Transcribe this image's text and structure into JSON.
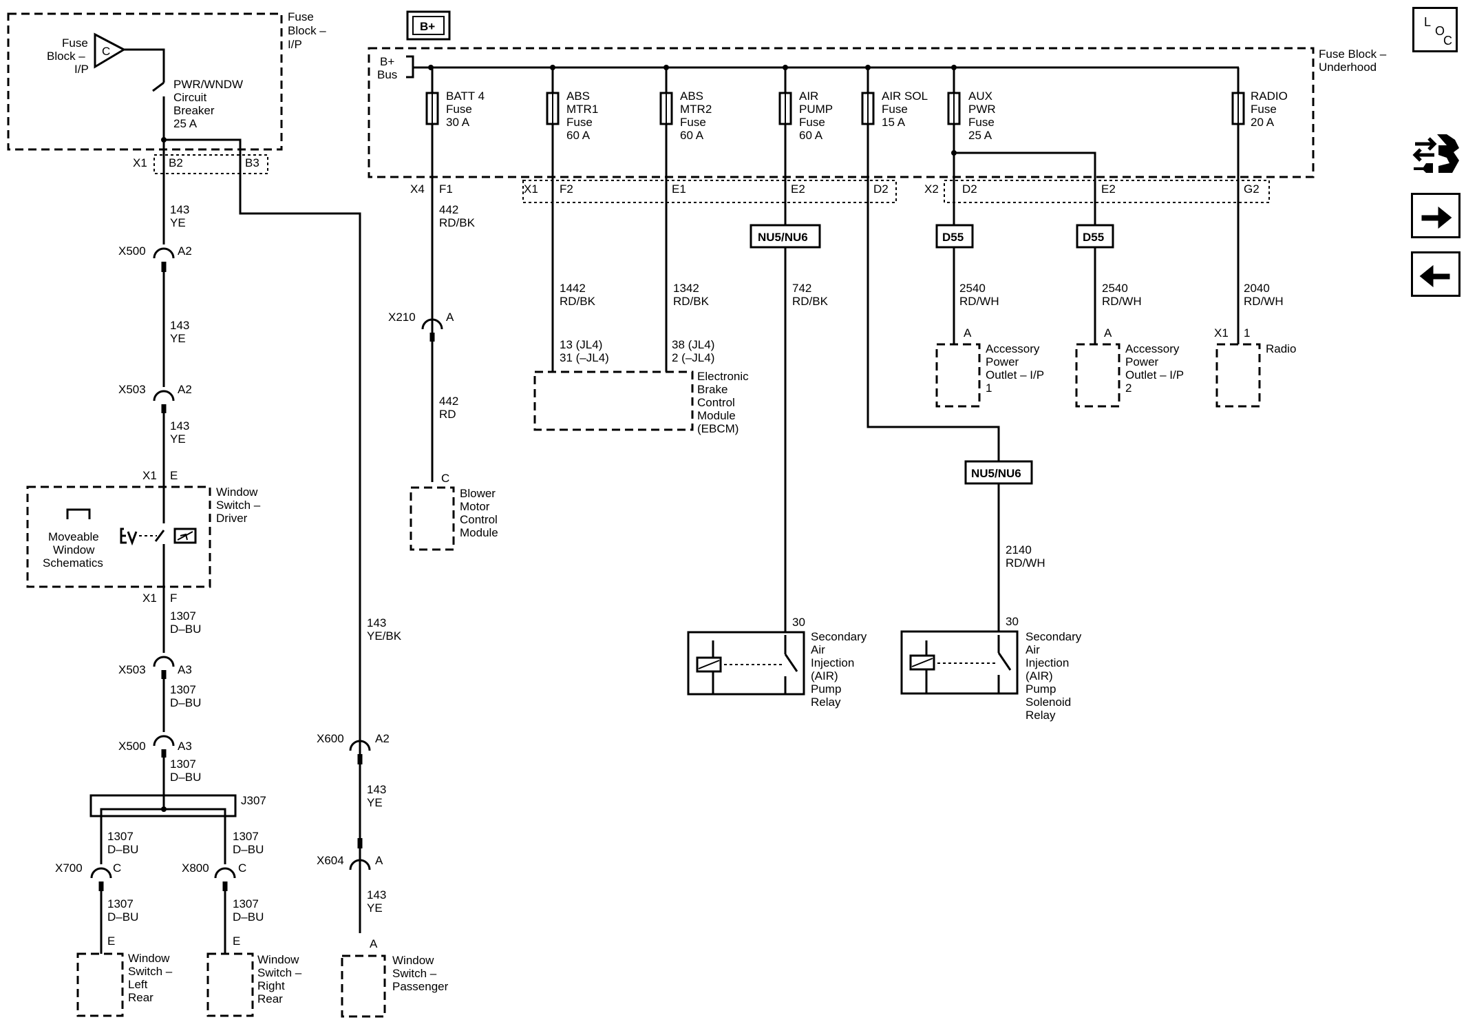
{
  "header": {
    "bplus": "B+"
  },
  "nav": {
    "loc_l": "L",
    "loc_o": "O",
    "loc_c": "C"
  },
  "fuse_block_ip": {
    "title1": "Fuse",
    "title2": "Block –",
    "title3": "I/P",
    "mini1": "Fuse",
    "mini2": "Block –",
    "mini3": "I/P",
    "cap": "C"
  },
  "breaker": {
    "l1": "PWR/WNDW",
    "l2": "Circuit",
    "l3": "Breaker",
    "l4": "25 A"
  },
  "underhood": {
    "title1": "Fuse Block –",
    "title2": "Underhood",
    "bus1": "B+",
    "bus2": "Bus"
  },
  "fuses": [
    {
      "l1": "BATT 4",
      "l2": "Fuse",
      "l3": "30 A",
      "l4": ""
    },
    {
      "l1": "ABS",
      "l2": "MTR1",
      "l3": "Fuse",
      "l4": "60 A"
    },
    {
      "l1": "ABS",
      "l2": "MTR2",
      "l3": "Fuse",
      "l4": "60 A"
    },
    {
      "l1": "AIR",
      "l2": "PUMP",
      "l3": "Fuse",
      "l4": "60 A"
    },
    {
      "l1": "AIR SOL",
      "l2": "Fuse",
      "l3": "15 A",
      "l4": ""
    },
    {
      "l1": "AUX",
      "l2": "PWR",
      "l3": "Fuse",
      "l4": "25 A"
    },
    {
      "l1": "RADIO",
      "l2": "Fuse",
      "l3": "20 A",
      "l4": ""
    }
  ],
  "connectors": {
    "x1_left": "X1",
    "b2": "B2",
    "b3": "B3",
    "x4": "X4",
    "f1": "F1",
    "x1_mid": "X1",
    "f2": "F2",
    "e1": "E1",
    "e2a": "E2",
    "d2a": "D2",
    "x2": "X2",
    "d2b": "D2",
    "e2b": "E2",
    "g2": "G2",
    "x500a": "X500",
    "a2a": "A2",
    "x503a": "X503",
    "a2b": "A2",
    "x1_e": "X1",
    "e_pin": "E",
    "x1_f": "X1",
    "f_pin": "F",
    "x503b": "X503",
    "a3a": "A3",
    "x500b": "X500",
    "a3b": "A3",
    "x700": "X700",
    "c700": "C",
    "x800": "X800",
    "c800": "C",
    "x600": "X600",
    "a2c": "A2",
    "x604": "X604",
    "a604": "A",
    "x210": "X210",
    "a210": "A",
    "c_blower": "C",
    "pin_a_wsp": "A",
    "pin_e_wsl": "E",
    "pin_e_wsr": "E",
    "a_apo1": "A",
    "a_apo2": "A",
    "x1_radio": "X1",
    "pin1_radio": "1",
    "p30a": "30",
    "p30b": "30"
  },
  "options": {
    "nu5a": "NU5/NU6",
    "nu5b": "NU5/NU6",
    "d55a": "D55",
    "d55b": "D55"
  },
  "wires": {
    "w143a_n": "143",
    "w143a_c": "YE",
    "w143b_n": "143",
    "w143b_c": "YE",
    "w143c_n": "143",
    "w143c_c": "YE",
    "w1307a_n": "1307",
    "w1307a_c": "D–BU",
    "w1307b_n": "1307",
    "w1307b_c": "D–BU",
    "w1307c_n": "1307",
    "w1307c_c": "D–BU",
    "w1307d_n": "1307",
    "w1307d_c": "D–BU",
    "w1307e_n": "1307",
    "w1307e_c": "D–BU",
    "w1307f_n": "1307",
    "w1307f_c": "D–BU",
    "w1307g_n": "1307",
    "w1307g_c": "D–BU",
    "w143yebk_n": "143",
    "w143yebk_c": "YE/BK",
    "w143d_n": "143",
    "w143d_c": "YE",
    "w143e_n": "143",
    "w143e_c": "YE",
    "w442a_n": "442",
    "w442a_c": "RD/BK",
    "w442b_n": "442",
    "w442b_c": "RD",
    "w1442_n": "1442",
    "w1442_c": "RD/BK",
    "w1342_n": "1342",
    "w1342_c": "RD/BK",
    "jl13": "13 (JL4)",
    "jl31": "31 (–JL4)",
    "jl38": "38 (JL4)",
    "jl2": "2 (–JL4)",
    "w742_n": "742",
    "w742_c": "RD/BK",
    "w2140_n": "2140",
    "w2140_c": "RD/WH",
    "w2540a_n": "2540",
    "w2540a_c": "RD/WH",
    "w2540b_n": "2540",
    "w2540b_c": "RD/WH",
    "w2040_n": "2040",
    "w2040_c": "RD/WH"
  },
  "splice": {
    "j307": "J307"
  },
  "components": {
    "ws_driver": [
      "Window",
      "Switch –",
      "Driver"
    ],
    "moveable": [
      "Moveable",
      "Window",
      "Schematics"
    ],
    "ws_left_rear": [
      "Window",
      "Switch –",
      "Left",
      "Rear"
    ],
    "ws_right_rear": [
      "Window",
      "Switch –",
      "Right",
      "Rear"
    ],
    "ws_passenger": [
      "Window",
      "Switch –",
      "Passenger"
    ],
    "blower": [
      "Blower",
      "Motor",
      "Control",
      "Module"
    ],
    "ebcm": [
      "Electronic",
      "Brake",
      "Control",
      "Module",
      "(EBCM)"
    ],
    "air_relay": [
      "Secondary",
      "Air",
      "Injection",
      "(AIR)",
      "Pump",
      "Relay"
    ],
    "air_sol_relay": [
      "Secondary",
      "Air",
      "Injection",
      "(AIR)",
      "Pump",
      "Solenoid",
      "Relay"
    ],
    "apo1": [
      "Accessory",
      "Power",
      "Outlet – I/P",
      "1"
    ],
    "apo2": [
      "Accessory",
      "Power",
      "Outlet – I/P",
      "2"
    ],
    "radio": [
      "Radio"
    ]
  }
}
